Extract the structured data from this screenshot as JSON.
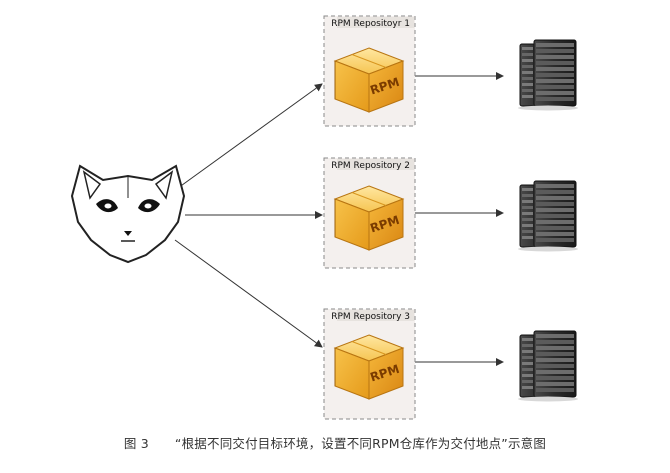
{
  "repositories": [
    {
      "label": "RPM Repositoyr 1",
      "box_text": "RPM"
    },
    {
      "label": "RPM Repository 2",
      "box_text": "RPM"
    },
    {
      "label": "RPM Repository 3",
      "box_text": "RPM"
    }
  ],
  "caption": {
    "figure_number": "图 3",
    "text": "“根据不同交付目标环境，设置不同RPM仓库作为交付地点”示意图"
  },
  "colors": {
    "repo_border": "#8a8a8a",
    "repo_fill": "#f4f0ee",
    "box_orange": "#f2b632",
    "server_dark": "#2b2b2b",
    "arrow": "#333333"
  },
  "icons": [
    "gitlab-fox-icon",
    "rpm-box-icon",
    "server-rack-icon"
  ]
}
